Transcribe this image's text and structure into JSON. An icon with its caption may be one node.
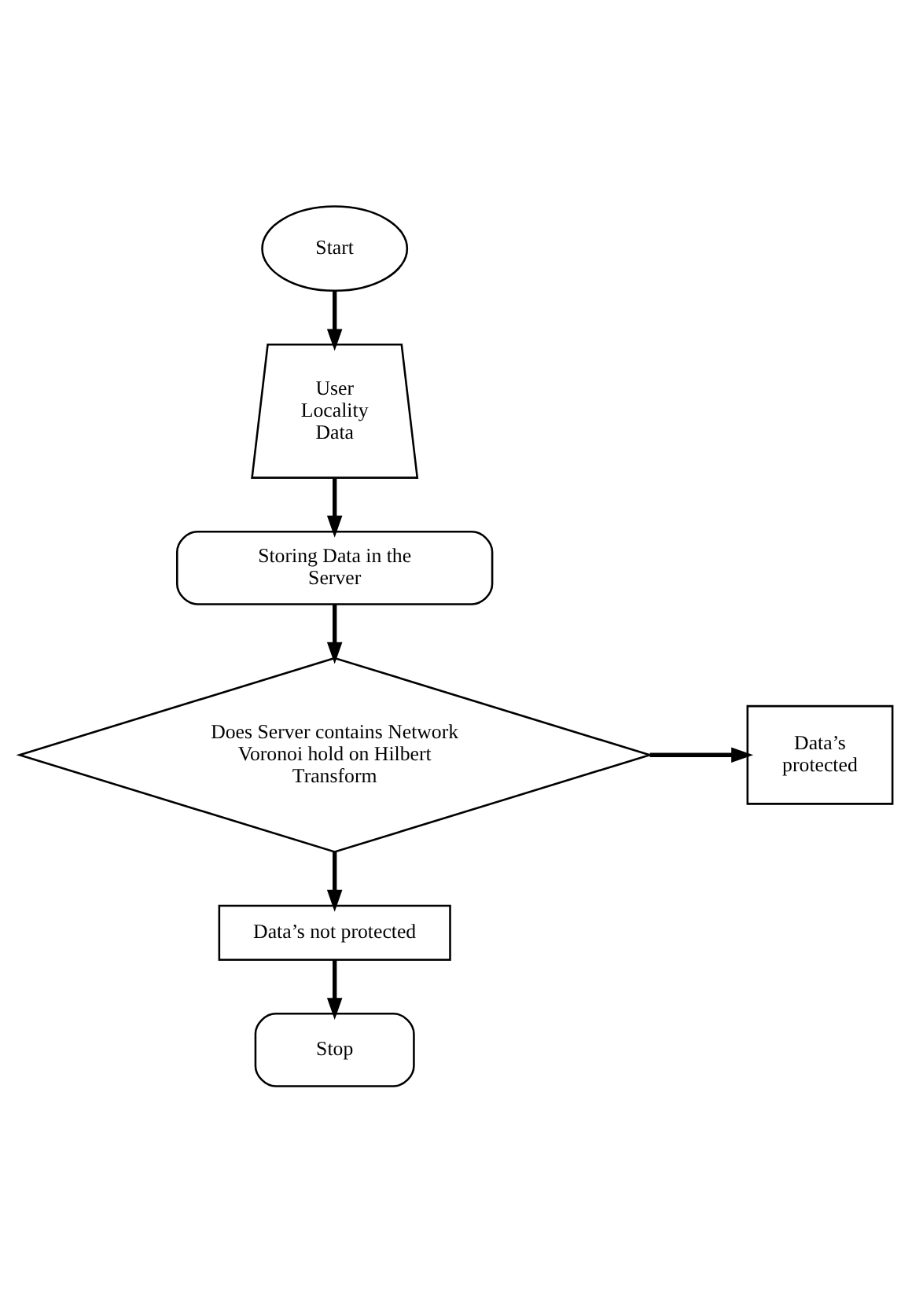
{
  "diagram": {
    "nodes": [
      {
        "text": [
          "Start"
        ]
      },
      {
        "text": [
          "User Locality Data"
        ]
      },
      {
        "text": [
          "Storing Data in the Server"
        ]
      },
      {
        "text": [
          "Does Server contains Network Voronoi hold on Hilbert Transform"
        ]
      },
      {
        "text": [
          "Data’s protected"
        ]
      },
      {
        "text": [
          "Data’s not protected"
        ]
      },
      {
        "text": [
          "Stop"
        ]
      }
    ],
    "edges": [
      {
        "from": 0,
        "to": 1,
        "arrow": "to"
      },
      {
        "from": 1,
        "to": 2,
        "arrow": "to"
      },
      {
        "from": 2,
        "to": 3,
        "arrow": "to"
      },
      {
        "from": 3,
        "to": 4,
        "arrow": "to"
      },
      {
        "from": 3,
        "to": 5,
        "arrow": "to"
      },
      {
        "from": 5,
        "to": 6,
        "arrow": "to"
      }
    ]
  }
}
